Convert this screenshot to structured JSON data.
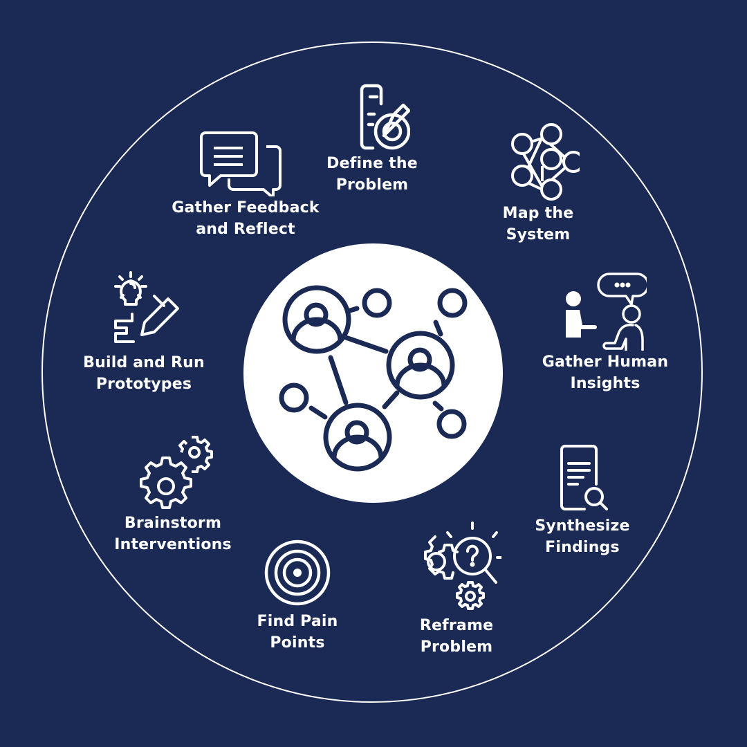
{
  "diagram": {
    "colors": {
      "background": "#1a2a55",
      "foreground": "#ffffff",
      "hub_icon": "#1a2a55"
    },
    "center": {
      "icon": "people-network-icon"
    },
    "steps": [
      {
        "id": "define",
        "label_line1": "Define the",
        "label_line2": "Problem",
        "icon": "document-target-pencil-icon"
      },
      {
        "id": "map",
        "label_line1": "Map the",
        "label_line2": "System",
        "icon": "network-nodes-icon"
      },
      {
        "id": "human",
        "label_line1": "Gather Human",
        "label_line2": "Insights",
        "icon": "conversation-people-icon"
      },
      {
        "id": "synth",
        "label_line1": "Synthesize",
        "label_line2": "Findings",
        "icon": "document-search-icon"
      },
      {
        "id": "reframe",
        "label_line1": "Reframe",
        "label_line2": "Problem",
        "icon": "gear-magnifier-question-icon"
      },
      {
        "id": "pain",
        "label_line1": "Find Pain",
        "label_line2": "Points",
        "icon": "target-icon"
      },
      {
        "id": "brainstorm",
        "label_line1": "Brainstorm",
        "label_line2": "Interventions",
        "icon": "gears-icon"
      },
      {
        "id": "prototype",
        "label_line1": "Build and Run",
        "label_line2": "Prototypes",
        "icon": "lightbulb-pencil-icon"
      },
      {
        "id": "feedback",
        "label_line1": "Gather Feedback",
        "label_line2": "and Reflect",
        "icon": "chat-bubbles-icon"
      }
    ]
  }
}
